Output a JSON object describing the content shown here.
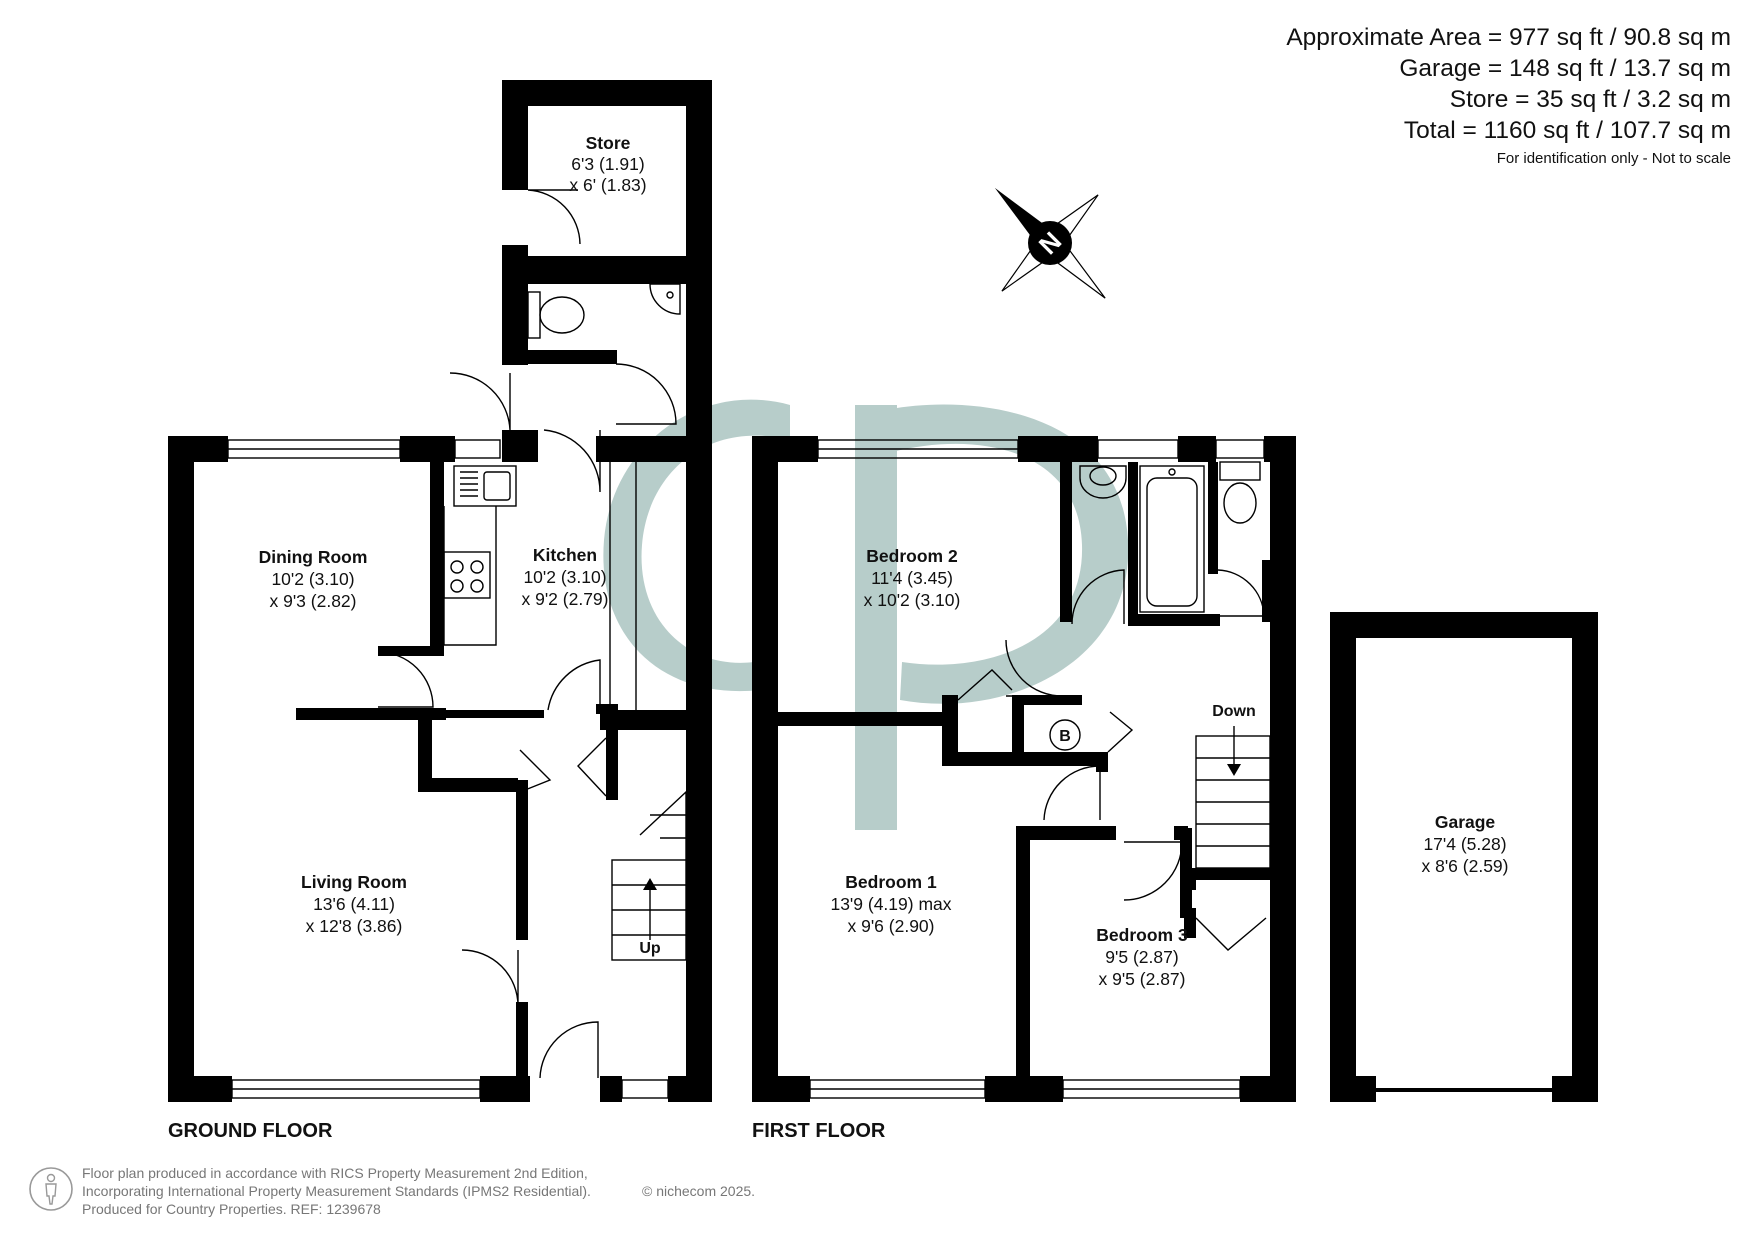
{
  "areas": {
    "approx": "Approximate Area = 977 sq ft / 90.8 sq m",
    "garage": "Garage = 148 sq ft / 13.7 sq m",
    "store": "Store = 35 sq ft / 3.2 sq m",
    "total": "Total = 1160 sq ft / 107.7 sq m",
    "note": "For identification only - Not to scale"
  },
  "compass": {
    "letter": "N"
  },
  "ground_floor": {
    "label": "GROUND FLOOR",
    "rooms": {
      "store": {
        "name": "Store",
        "dim1": "6'3 (1.91)",
        "dim2": "x 6' (1.83)"
      },
      "dining": {
        "name": "Dining Room",
        "dim1": "10'2 (3.10)",
        "dim2": "x 9'3 (2.82)"
      },
      "kitchen": {
        "name": "Kitchen",
        "dim1": "10'2 (3.10)",
        "dim2": "x 9'2 (2.79)"
      },
      "living": {
        "name": "Living Room",
        "dim1": "13'6 (4.11)",
        "dim2": "x 12'8 (3.86)"
      }
    },
    "stairs_label": "Up"
  },
  "first_floor": {
    "label": "FIRST FLOOR",
    "rooms": {
      "bedroom2": {
        "name": "Bedroom 2",
        "dim1": "11'4 (3.45)",
        "dim2": "x 10'2 (3.10)"
      },
      "bedroom1": {
        "name": "Bedroom 1",
        "dim1": "13'9 (4.19) max",
        "dim2": "x 9'6 (2.90)"
      },
      "bedroom3": {
        "name": "Bedroom 3",
        "dim1": "9'5 (2.87)",
        "dim2": "x 9'5 (2.87)"
      }
    },
    "stairs_label": "Down",
    "boiler_label": "B"
  },
  "garage": {
    "name": "Garage",
    "dim1": "17'4 (5.28)",
    "dim2": "x 8'6 (2.59)"
  },
  "footer": {
    "line1": "Floor plan produced in accordance with RICS Property Measurement 2nd Edition,",
    "line2": "Incorporating International Property Measurement Standards (IPMS2 Residential).",
    "line3": "Produced for Country Properties.   REF: 1239678",
    "copyright": "© nichecom 2025."
  },
  "colors": {
    "wall": "#000000",
    "watermark": "#b7cdca",
    "footer_text": "#777777"
  }
}
